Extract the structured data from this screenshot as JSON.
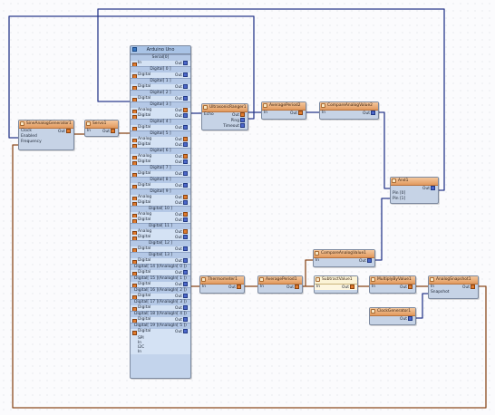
{
  "nodes": {
    "sine": {
      "title": "SineAnalogGenerator1",
      "ports": [
        "Clock",
        "Enabled",
        "Frequency"
      ],
      "out": "Out"
    },
    "servo": {
      "title": "Servo1",
      "in": "In",
      "out": "Out"
    },
    "arduino": {
      "title": "Arduino Uno",
      "serial": "Serial[0]",
      "in": "In",
      "out": "Out"
    },
    "ultrasonic": {
      "title": "UltrasonicRanger1",
      "echo": "Echo",
      "out": "Out",
      "ping": "Ping",
      "timeout": "Timeout"
    },
    "avg2": {
      "title": "AveragePeriod2",
      "in": "In",
      "out": "Out"
    },
    "cmp2": {
      "title": "CompareAnalogValue2",
      "in": "In",
      "out": "Out"
    },
    "and1": {
      "title": "And1",
      "out": "Out",
      "pin0": "Pin [0]",
      "pin1": "Pin [1]"
    },
    "thermo": {
      "title": "Thermometer1",
      "in": "In",
      "out": "Out"
    },
    "avg1": {
      "title": "AveragePeriod1",
      "in": "In",
      "out": "Out"
    },
    "cmp1": {
      "title": "CompareAnalogValue1",
      "in": "In",
      "out": "Out"
    },
    "sub": {
      "title": "SubtractValue1",
      "in": "In",
      "out": "Out"
    },
    "mul": {
      "title": "MultiplyByValue1",
      "in": "In",
      "out": "Out"
    },
    "snap": {
      "title": "AnalogSnapshot1",
      "in": "In",
      "out": "Out",
      "snapshot": "Snapshot"
    },
    "clock": {
      "title": "ClockGenerator1",
      "out": "Out"
    }
  },
  "arduino_sections": [
    {
      "label": "Digital[ 0 ]",
      "rows": [
        "Digital"
      ]
    },
    {
      "label": "Digital[ 1 ]",
      "rows": [
        "Digital"
      ]
    },
    {
      "label": "Digital[ 2 ]",
      "rows": [
        "Digital"
      ]
    },
    {
      "label": "Digital[ 3 ]",
      "rows": [
        "Analog",
        "Digital"
      ]
    },
    {
      "label": "Digital[ 4 ]",
      "rows": [
        "Digital"
      ]
    },
    {
      "label": "Digital[ 5 ]",
      "rows": [
        "Analog",
        "Digital"
      ]
    },
    {
      "label": "Digital[ 6 ]",
      "rows": [
        "Analog",
        "Digital"
      ]
    },
    {
      "label": "Digital[ 7 ]",
      "rows": [
        "Digital"
      ]
    },
    {
      "label": "Digital[ 8 ]",
      "rows": [
        "Digital"
      ]
    },
    {
      "label": "Digital[ 9 ]",
      "rows": [
        "Analog",
        "Digital"
      ]
    },
    {
      "label": "Digital[ 10 ]",
      "rows": [
        "Analog",
        "Digital"
      ]
    },
    {
      "label": "Digital[ 11 ]",
      "rows": [
        "Analog",
        "Digital"
      ]
    },
    {
      "label": "Digital[ 12 ]",
      "rows": [
        "Digital"
      ]
    },
    {
      "label": "Digital[ 13 ]",
      "rows": [
        "Digital"
      ]
    },
    {
      "label": "Digital[ 14 ](AnalogIn[ 0 ])",
      "rows": [
        "Digital"
      ]
    },
    {
      "label": "Digital[ 15 ](AnalogIn[ 1 ])",
      "rows": [
        "Digital"
      ]
    },
    {
      "label": "Digital[ 16 ](AnalogIn[ 2 ])",
      "rows": [
        "Digital"
      ]
    },
    {
      "label": "Digital[ 17 ](AnalogIn[ 3 ])",
      "rows": [
        "Digital"
      ]
    },
    {
      "label": "Digital[ 18 ](AnalogIn[ 4 ])",
      "rows": [
        "Digital"
      ]
    },
    {
      "label": "Digital[ 19 ](AnalogIn[ 5 ])",
      "rows": [
        "Digital"
      ]
    }
  ],
  "arduino_footer": [
    "SPI",
    "In",
    "I2C",
    "In"
  ],
  "colors": {
    "wire_blue": "#2a3a8c",
    "wire_brown": "#8b4a1e",
    "header_orange": "#e29a5e",
    "node_body": "#c6d3e6"
  }
}
